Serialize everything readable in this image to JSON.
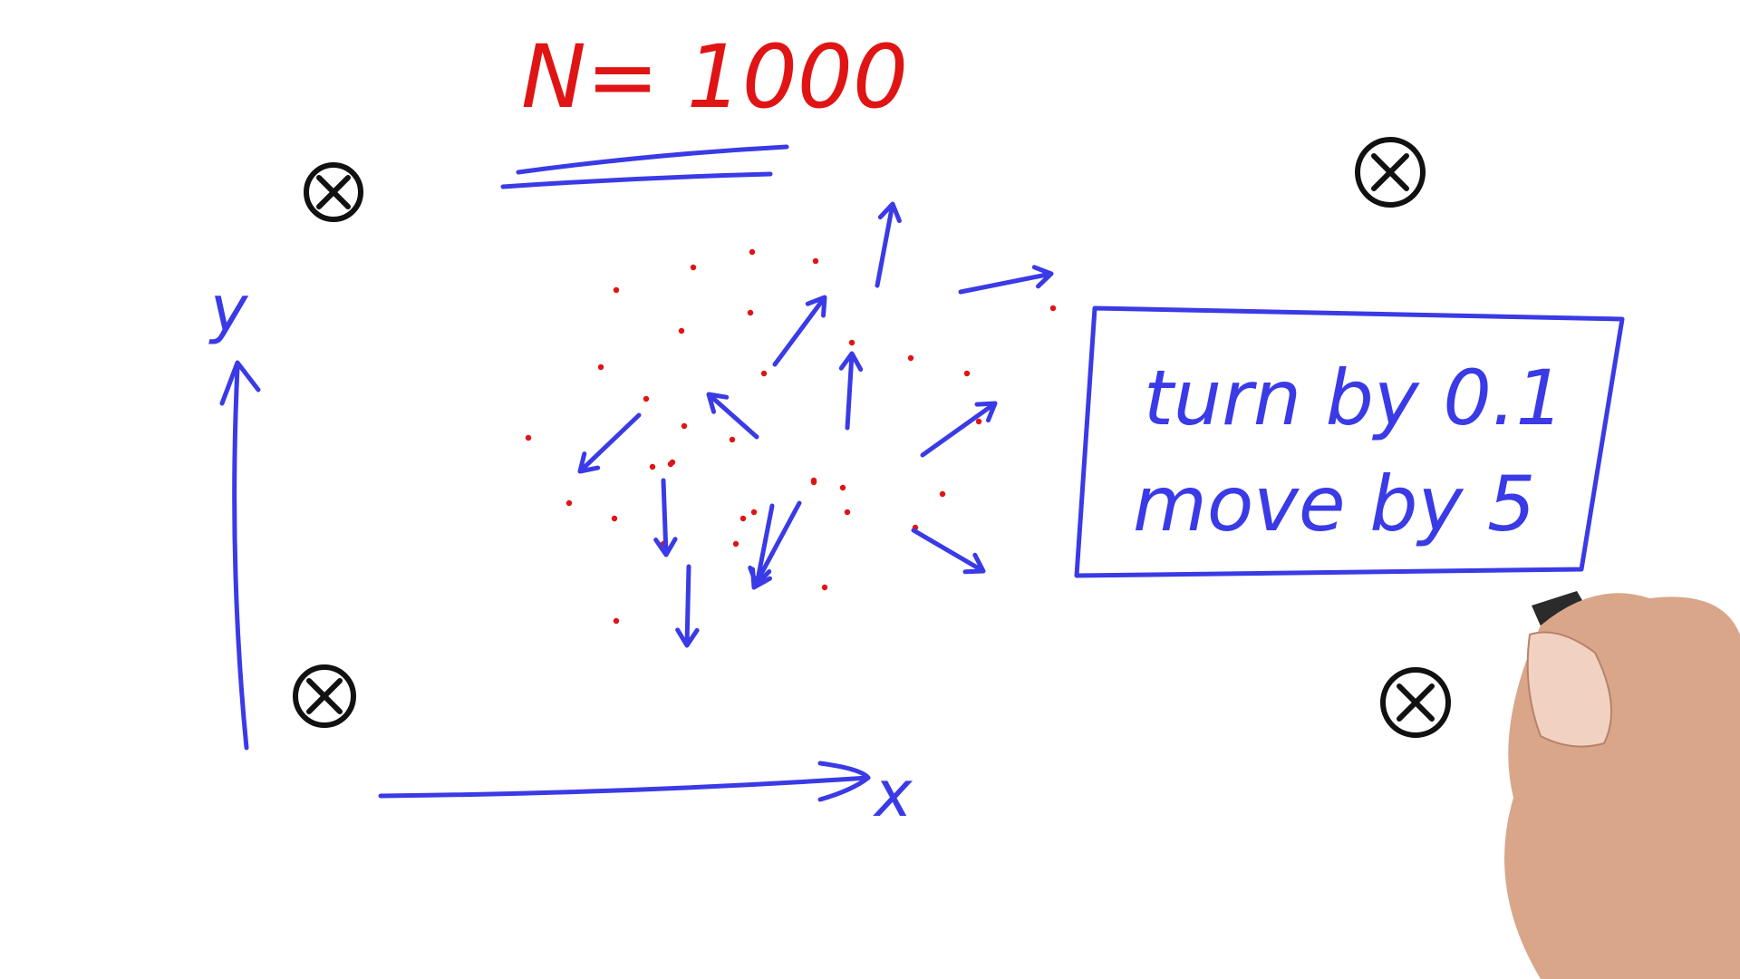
{
  "title": "N= 1000",
  "axes": {
    "x_label": "x",
    "y_label": "y"
  },
  "box": {
    "line1": "turn by 0.1",
    "line2": "move by 5"
  },
  "colors": {
    "blue_ink": "#3a3ae6",
    "red_ink": "#e01414",
    "black_ink": "#111111"
  },
  "landmarks": [
    "landmark-icon",
    "landmark-icon",
    "landmark-icon",
    "landmark-icon"
  ]
}
